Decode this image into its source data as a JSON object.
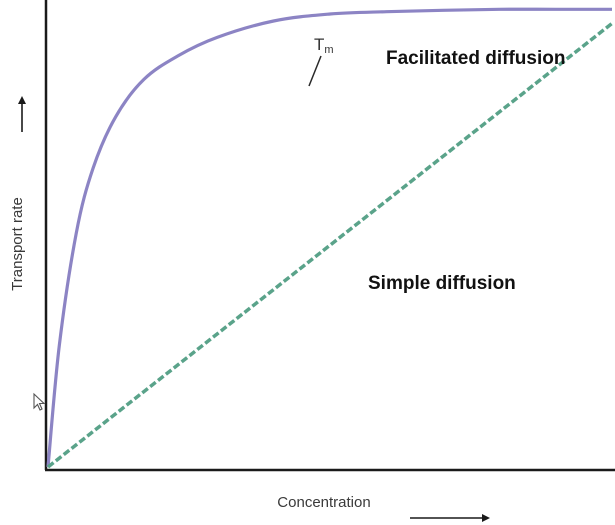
{
  "chart_data": {
    "type": "line",
    "title": "",
    "xlabel": "Concentration",
    "ylabel": "Transport rate",
    "xlim": [
      0,
      1
    ],
    "ylim": [
      0,
      1
    ],
    "grid": false,
    "legend": "none",
    "series": [
      {
        "name": "Facilitated diffusion",
        "color": "#8c84c4",
        "style": "solid",
        "x": [
          0,
          0.02,
          0.05,
          0.08,
          0.12,
          0.17,
          0.23,
          0.3,
          0.4,
          0.5,
          0.6,
          0.7,
          0.8,
          0.9,
          1.0
        ],
        "y": [
          0,
          0.26,
          0.5,
          0.64,
          0.75,
          0.83,
          0.88,
          0.92,
          0.955,
          0.97,
          0.975,
          0.978,
          0.98,
          0.98,
          0.98
        ]
      },
      {
        "name": "Simple diffusion",
        "color": "#5aa38a",
        "style": "dashed",
        "x": [
          0,
          1
        ],
        "y": [
          0,
          0.95
        ]
      }
    ],
    "annotations": [
      {
        "text": "T",
        "subscript": "m",
        "series": 0,
        "x": 0.48
      }
    ]
  },
  "labels": {
    "facilitated": "Facilitated diffusion",
    "simple": "Simple diffusion"
  },
  "icons": {
    "mouse_cursor": "mouse-cursor-icon",
    "y_arrow": "up-arrow-icon",
    "x_arrow": "right-arrow-icon"
  }
}
